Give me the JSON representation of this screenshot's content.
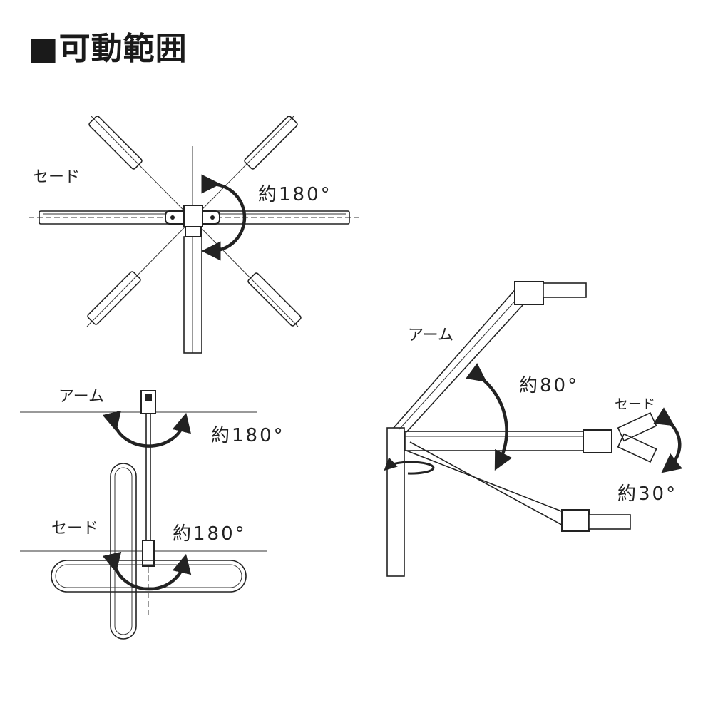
{
  "title": "■可動範囲",
  "top_diagram": {
    "shade_label": "セード",
    "angle_label": "約180°"
  },
  "bottom_left_diagram": {
    "arm_label": "アーム",
    "arm_angle_label": "約180°",
    "shade_label": "セード",
    "shade_angle_label": "約180°"
  },
  "right_diagram": {
    "arm_label": "アーム",
    "arm_angle_label": "約80°",
    "shade_label": "セード",
    "shade_angle_label": "約30°"
  }
}
